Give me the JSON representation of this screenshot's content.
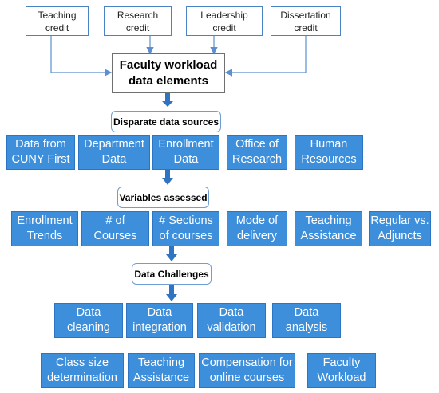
{
  "credits": [
    {
      "text": "Teaching\ncredit"
    },
    {
      "text": "Research\ncredit"
    },
    {
      "text": "Leadership\ncredit"
    },
    {
      "text": "Dissertation\ncredit"
    }
  ],
  "main_title": "Faculty workload\ndata elements",
  "sources_label": "Disparate data sources",
  "sources": [
    {
      "text": "Data from\nCUNY First"
    },
    {
      "text": "Department\nData"
    },
    {
      "text": "Enrollment\nData"
    },
    {
      "text": "Office of\nResearch"
    },
    {
      "text": "Human\nResources"
    }
  ],
  "variables_label": "Variables assessed",
  "variables": [
    {
      "text": "Enrollment\nTrends"
    },
    {
      "text": "# of\nCourses"
    },
    {
      "text": "# Sections\nof courses"
    },
    {
      "text": "Mode of\ndelivery"
    },
    {
      "text": "Teaching\nAssistance"
    },
    {
      "text": "Regular vs.\nAdjuncts"
    }
  ],
  "challenges_label": "Data Challenges",
  "challenges": [
    {
      "text": "Data\ncleaning"
    },
    {
      "text": "Data\nintegration"
    },
    {
      "text": "Data\nvalidation"
    },
    {
      "text": "Data\nanalysis"
    }
  ],
  "outcomes": [
    {
      "text": "Class size\ndetermination"
    },
    {
      "text": "Teaching\nAssistance"
    },
    {
      "text": "Compensation for\nonline courses"
    },
    {
      "text": "Faculty\nWorkload"
    }
  ],
  "colors": {
    "box_fill": "#3d8fdc",
    "arrow": "#2f74c0",
    "connector": "#5b8fcf"
  }
}
